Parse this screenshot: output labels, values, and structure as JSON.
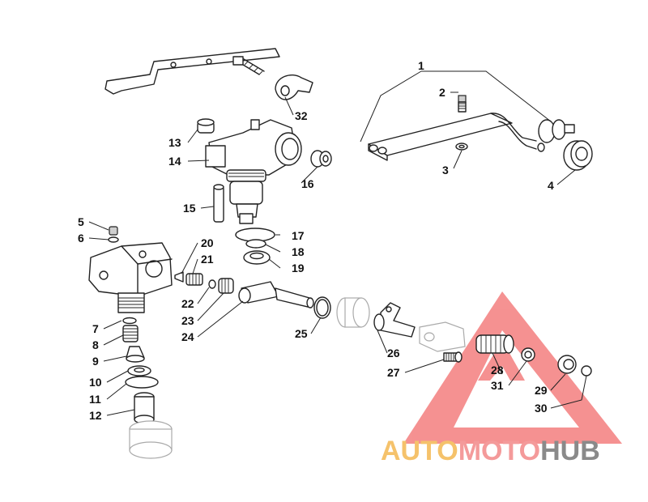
{
  "callouts": [
    {
      "id": "1",
      "color": "#111111"
    },
    {
      "id": "2",
      "color": "#111111"
    },
    {
      "id": "3",
      "color": "#111111"
    },
    {
      "id": "4",
      "color": "#111111"
    },
    {
      "id": "5",
      "color": "#111111"
    },
    {
      "id": "6",
      "color": "#111111"
    },
    {
      "id": "7",
      "color": "#111111"
    },
    {
      "id": "8",
      "color": "#111111"
    },
    {
      "id": "9",
      "color": "#111111"
    },
    {
      "id": "10",
      "color": "#111111"
    },
    {
      "id": "11",
      "color": "#111111"
    },
    {
      "id": "12",
      "color": "#111111"
    },
    {
      "id": "13",
      "color": "#111111"
    },
    {
      "id": "14",
      "color": "#111111"
    },
    {
      "id": "15",
      "color": "#111111"
    },
    {
      "id": "16",
      "color": "#111111"
    },
    {
      "id": "17",
      "color": "#111111"
    },
    {
      "id": "18",
      "color": "#111111"
    },
    {
      "id": "19",
      "color": "#111111"
    },
    {
      "id": "20",
      "color": "#111111"
    },
    {
      "id": "21",
      "color": "#111111"
    },
    {
      "id": "22",
      "color": "#111111"
    },
    {
      "id": "23",
      "color": "#111111"
    },
    {
      "id": "24",
      "color": "#111111"
    },
    {
      "id": "25",
      "color": "#111111"
    },
    {
      "id": "26",
      "color": "#111111"
    },
    {
      "id": "27",
      "color": "#111111"
    },
    {
      "id": "28",
      "color": "#111111"
    },
    {
      "id": "29",
      "color": "#111111"
    },
    {
      "id": "30",
      "color": "#111111"
    },
    {
      "id": "31",
      "color": "#111111"
    },
    {
      "id": "32",
      "color": "#111111"
    }
  ],
  "watermark": {
    "part1": "AUTO",
    "part2": "MOTO",
    "part3": "HUB",
    "color1": "#f5c26b",
    "color2": "#f49a9a",
    "color3": "#8a8a8a",
    "triangle_color": "#f26d6d"
  }
}
